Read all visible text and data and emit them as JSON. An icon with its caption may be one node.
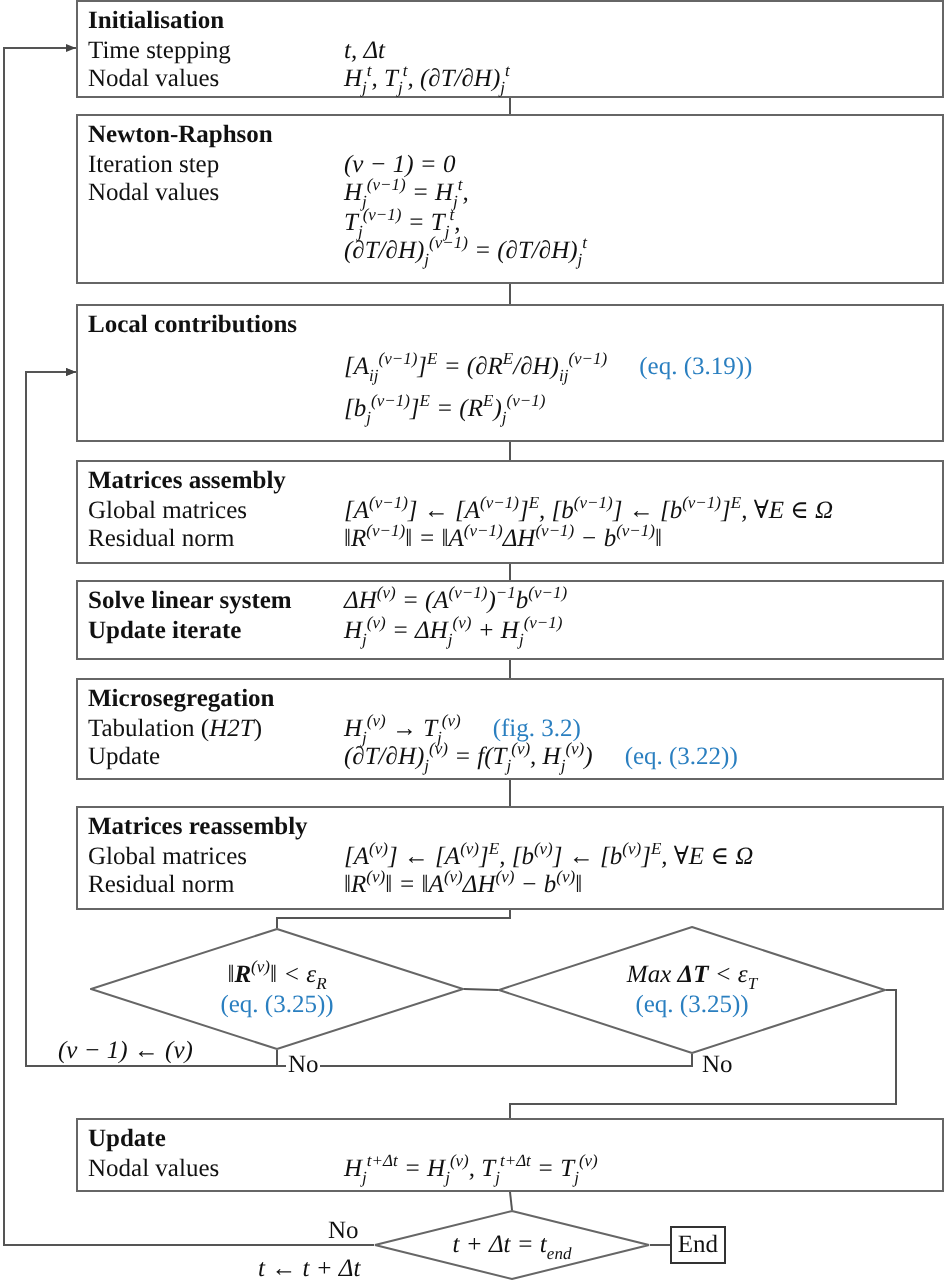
{
  "diagram": {
    "nodes": [
      {
        "text": [
          "Initialisation",
          "Time stepping",
          "t, Δt",
          "Nodal values",
          "H$_{j}$$^{t}$, T$_{j}$$^{t}$, (∂T/∂H)$_{j}$$^{t}$"
        ]
      },
      {
        "text": [
          "Newton-Raphson",
          "Iteration step",
          "(ν − 1) = 0",
          "Nodal values",
          "H$_{j}$$^{(ν−1)}$ = H$_{j}$$^{t}$,",
          "T$_{j}$$^{(ν−1)}$ = T$_{j}$$^{t}$,",
          "(∂T/∂H)$_{j}$$^{(ν−1)}$ = (∂T/∂H)$_{j}$$^{t}$"
        ]
      },
      {
        "text": [
          "Local contributions",
          "[A$_{ij}$$^{(ν−1)}$]$^{E}$ = (∂R$^{E}$/∂H)$_{ij}$$^{(ν−1)}$",
          "(eq. (3.19))",
          "[b$_{j}$$^{(ν−1)}$]$^{E}$ = (R$^{E}$)$_{j}$$^{(ν−1)}$"
        ]
      },
      {
        "text": [
          "Matrices assembly",
          "Global matrices",
          "[A$^{(ν−1)}$] ← [A$^{(ν−1)}$]$^{E}$, [b$^{(ν−1)}$] ← [b$^{(ν−1)}$]$^{E}$, ∀E ∈ Ω",
          "Residual norm",
          "‖R$^{(ν−1)}$‖ = ‖A$^{(ν−1)}$ΔH$^{(ν−1)}$ − b$^{(ν−1)}$‖"
        ]
      },
      {
        "text": [
          "Solve linear system",
          "ΔH$^{(ν)}$ = (A$^{(ν−1)}$)$^{−1}$b$^{(ν−1)}$",
          "Update iterate",
          "H$_{j}$$^{(ν)}$ = ΔH$_{j}$$^{(ν)}$ + H$_{j}$$^{(ν−1)}$"
        ]
      },
      {
        "text": [
          "Microsegregation",
          "Tabulation (*H2T*)",
          "H$_{j}$$^{(ν)}$ → T$_{j}$$^{(ν)}$",
          "(fig. 3.2)",
          "Update",
          "(∂T/∂H)$_{j}$$^{(ν)}$ = f(T$_{j}$$^{(ν)}$, H$_{j}$$^{(ν)}$)",
          "(eq. (3.22))"
        ]
      },
      {
        "text": [
          "Matrices reassembly",
          "Global matrices",
          "[A$^{(ν)}$] ← [A$^{(ν)}$]$^{E}$, [b$^{(ν)}$] ← [b$^{(ν)}$]$^{E}$, ∀E ∈ Ω",
          "Residual norm",
          "‖R$^{(ν)}$‖ = ‖A$^{(ν)}$ΔH$^{(ν)}$ − b$^{(ν)}$‖"
        ]
      },
      {
        "text": [
          "‖**R**$^{(ν)}$‖ < ε$_{R}$",
          "(eq. (3.25))"
        ]
      },
      {
        "text": [
          "Max **ΔT** < ε$_{T}$",
          "(eq. (3.25))"
        ]
      },
      {
        "text": [
          "Update",
          "Nodal values",
          "H$_{j}$$^{t+Δt}$ = H$_{j}$$^{(ν)}$, T$_{j}$$^{t+Δt}$ = T$_{j}$$^{(ν)}$"
        ]
      },
      {
        "text": [
          "t + Δt = t$_{end}$"
        ]
      },
      {
        "text": [
          "End"
        ]
      }
    ],
    "edges": [
      {
        "from": 10,
        "to": 0,
        "arrow": "to",
        "label": "No"
      },
      {
        "from": 0,
        "to": 1,
        "arrow": "none"
      },
      {
        "from": 1,
        "to": 2,
        "arrow": "none"
      },
      {
        "from": 2,
        "to": 3,
        "arrow": "none"
      },
      {
        "from": 3,
        "to": 4,
        "arrow": "none"
      },
      {
        "from": 4,
        "to": 5,
        "arrow": "none"
      },
      {
        "from": 5,
        "to": 6,
        "arrow": "none"
      },
      {
        "from": 6,
        "to": 7,
        "arrow": "none"
      },
      {
        "from": 7,
        "to": 8,
        "arrow": "none"
      },
      {
        "from": 7,
        "to": 2,
        "arrow": "to",
        "label": "No"
      },
      {
        "from": 8,
        "to": 2,
        "arrow": "to",
        "label": "No"
      },
      {
        "from": 8,
        "to": 9,
        "arrow": "none"
      },
      {
        "from": 9,
        "to": 10,
        "arrow": "none"
      },
      {
        "from": 10,
        "to": 11,
        "arrow": "none"
      }
    ],
    "labels": [
      "(ν − 1) ← (ν)",
      "t ← t + Δt"
    ]
  }
}
